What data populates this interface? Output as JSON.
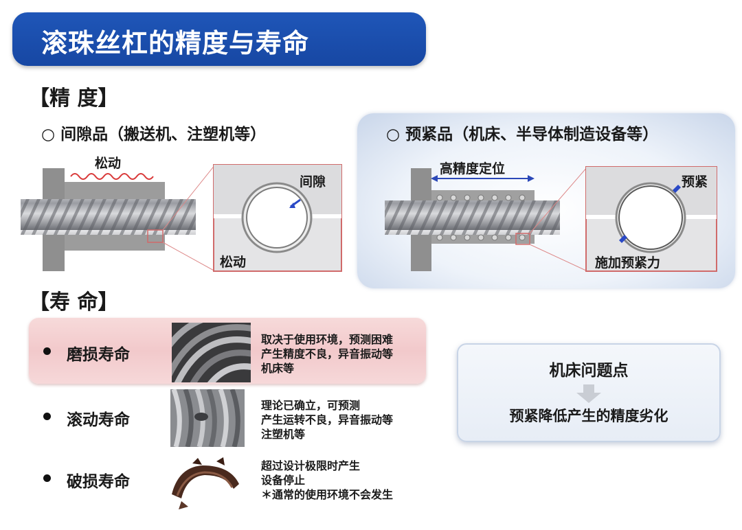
{
  "title": "滚珠丝杠的精度与寿命",
  "precision": {
    "heading": "【精 度】",
    "clearance": {
      "heading": "○ 间隙品（搬送机、注塑机等）",
      "loose_label": "松动",
      "gap_label": "间隙",
      "zoom_label": "松动"
    },
    "preload": {
      "heading": "○ 预紧品（机床、半导体制造设备等）",
      "high_precision_label": "高精度定位",
      "preload_label": "预紧",
      "apply_label": "施加预紧力"
    }
  },
  "life": {
    "heading": "【寿 命】",
    "items": [
      {
        "label": "磨损寿命",
        "desc": [
          "取决于使用环境，预测困难",
          "产生精度不良，异音振动等",
          "机床等"
        ]
      },
      {
        "label": "滚动寿命",
        "desc": [
          "理论已确立，可预测",
          "产生运转不良，异音振动等",
          "注塑机等"
        ]
      },
      {
        "label": "破损寿命",
        "desc": [
          "超过设计极限时产生",
          "设备停止",
          "＊通常的使用环境不会发生"
        ]
      }
    ]
  },
  "machine_tool": {
    "title": "机床问题点",
    "body": "预紧降低产生的精度劣化"
  }
}
